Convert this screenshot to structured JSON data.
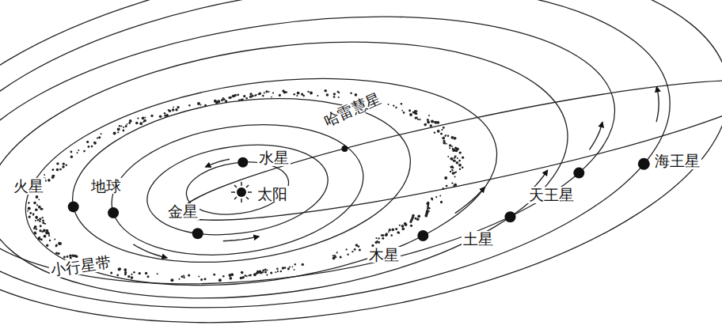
{
  "diagram": {
    "labels": [
      "哈雷慧星",
      "水星",
      "太阳",
      "火星",
      "地球",
      "金星",
      "小行星带",
      "木星",
      "土星",
      "天王星",
      "海王星"
    ]
  }
}
